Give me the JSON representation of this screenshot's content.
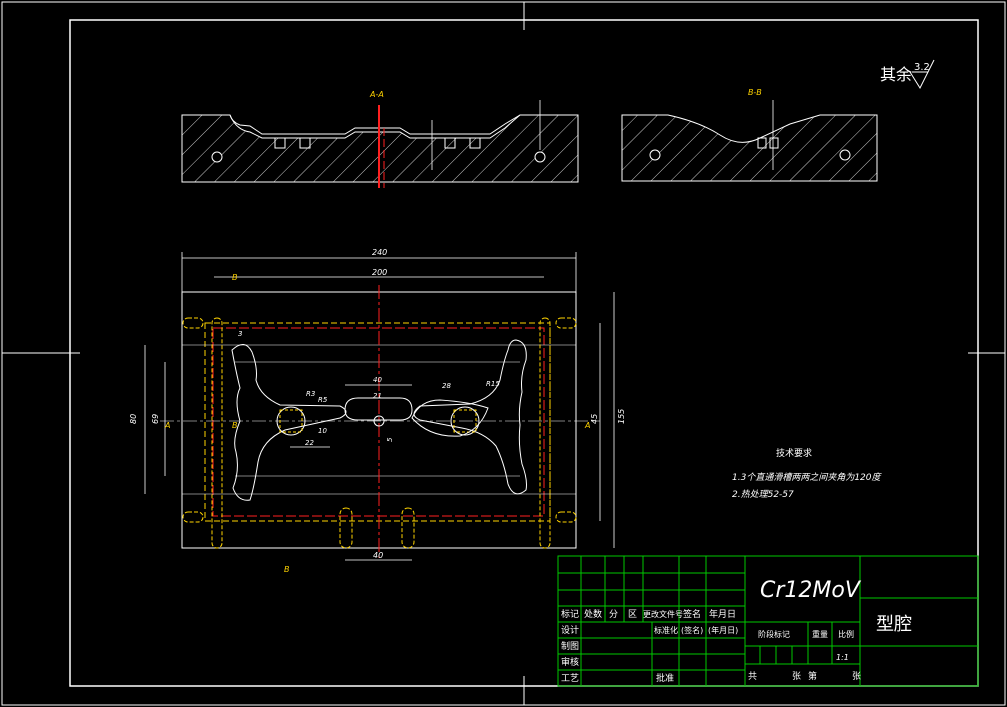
{
  "sections": {
    "aa_label": "A-A",
    "bb_label": "B-B"
  },
  "roughness": {
    "prefix": "其余",
    "value": "3.2"
  },
  "dimensions": {
    "overall_width": "240",
    "inner_width": "200",
    "center_width_top": "40",
    "center_width_bottom": "40",
    "height_80": "80",
    "height_69": "69",
    "height_155": "155",
    "height_45": "45",
    "slot_21": "21",
    "slot_5": "5",
    "dim_22": "22",
    "dim_10": "10",
    "dim_r3": "R3",
    "dim_r5": "R5",
    "dim_28": "28",
    "dim_r15": "R15",
    "dim_3": "3"
  },
  "markers": {
    "a_left": "A",
    "a_right": "A",
    "b_top": "B",
    "b_bottom": "B",
    "b_left": "B"
  },
  "notes": {
    "title": "技术要求",
    "line1": "1.3个直通滑槽两两之间夹角为120度",
    "line2": "2.热处理52-57"
  },
  "title_block": {
    "material": "Cr12MoV",
    "part_name": "型腔",
    "row_labels": [
      "标记",
      "处数",
      "分",
      "区",
      "更改文件号",
      "签名",
      "年月日"
    ],
    "design": "设计",
    "std": "标准化",
    "sign": "(签名)",
    "date": "(年月日)",
    "stage_mark": "阶段标记",
    "weight": "重量",
    "scale": "比例",
    "scale_value": "1:1",
    "draw": "制图",
    "check": "审核",
    "process": "工艺",
    "approve": "批准",
    "total": "共",
    "sheet": "张",
    "no": "第",
    "page": "张"
  },
  "colors": {
    "background": "#000000",
    "lines": "#ffffff",
    "centerline": "#ff2020",
    "hidden": "#ffd400",
    "title_block": "#00c800",
    "text": "#ffffff"
  }
}
